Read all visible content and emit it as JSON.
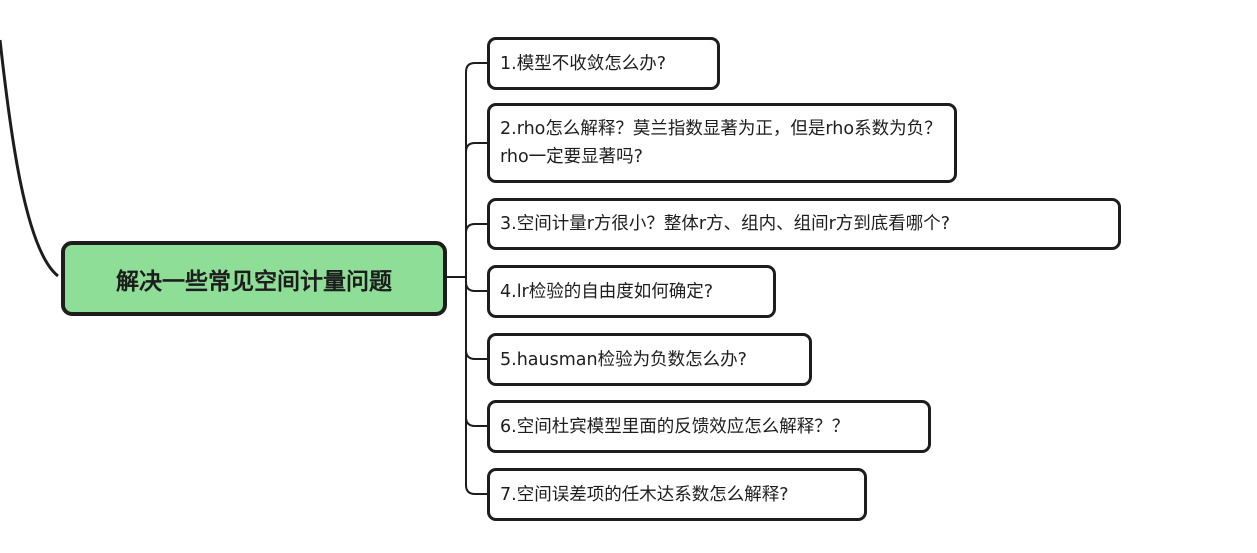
{
  "root": {
    "label": "解决一些常见空间计量问题",
    "fill_color": "#8ede97"
  },
  "topics": [
    {
      "label": "1.模型不收敛怎么办?"
    },
    {
      "label": "2.rho怎么解释？莫兰指数显著为正，但是rho系数为负？rho一定要显著吗?"
    },
    {
      "label": "3.空间计量r方很小？整体r方、组内、组间r方到底看哪个?"
    },
    {
      "label": "4.lr检验的自由度如何确定?"
    },
    {
      "label": "5.hausman检验为负数怎么办?"
    },
    {
      "label": "6.空间杜宾模型里面的反馈效应怎么解释？？"
    },
    {
      "label": "7.空间误差项的任木达系数怎么解释?"
    }
  ]
}
